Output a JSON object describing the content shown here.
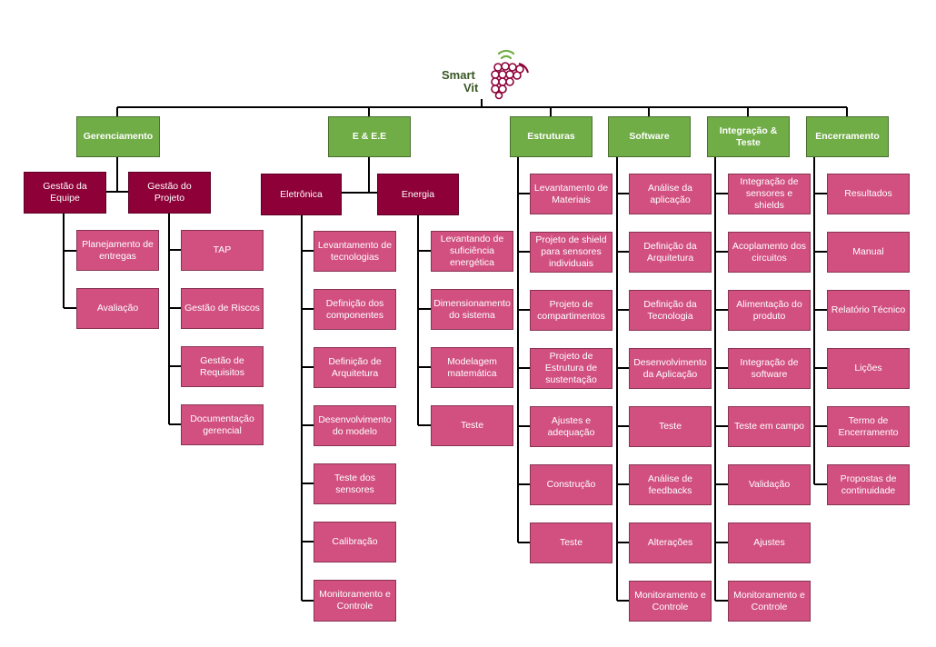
{
  "logo": {
    "line1": "Smart",
    "line2": "Vit"
  },
  "columns": {
    "gerenciamento": {
      "title": "Gerenciamento",
      "equipe": {
        "title": "Gestão da Equipe",
        "items": [
          "Planejamento de entregas",
          "Avaliação"
        ]
      },
      "projeto": {
        "title": "Gestão do Projeto",
        "items": [
          "TAP",
          "Gestão de Riscos",
          "Gestão de Requisitos",
          "Documentação gerencial"
        ]
      }
    },
    "ee": {
      "title": "E & E.E",
      "eletronica": {
        "title": "Eletrônica",
        "items": [
          "Levantamento de tecnologias",
          "Definição dos componentes",
          "Definição de Arquitetura",
          "Desenvolvimento do modelo",
          "Teste dos sensores",
          "Calibração",
          "Monitoramento e Controle"
        ]
      },
      "energia": {
        "title": "Energia",
        "items": [
          "Levantando de suficiência energética",
          "Dimensionamento do sistema",
          "Modelagem matemática",
          "Teste"
        ]
      }
    },
    "estruturas": {
      "title": "Estruturas",
      "items": [
        "Levantamento de Materiais",
        "Projeto de shield para sensores individuais",
        "Projeto de compartimentos",
        "Projeto de Estrutura de sustentação",
        "Ajustes e adequação",
        "Construção",
        "Teste"
      ]
    },
    "software": {
      "title": "Software",
      "items": [
        "Análise da aplicação",
        "Definição da Arquitetura",
        "Definição da Tecnologia",
        "Desenvolvimento da Aplicação",
        "Teste",
        "Análise de feedbacks",
        "Alterações",
        "Monitoramento e Controle"
      ]
    },
    "integracao": {
      "title": "Integração & Teste",
      "items": [
        "Integração de sensores e shields",
        "Acoplamento dos circuitos",
        "Alimentação do produto",
        "Integração de software",
        "Teste em campo",
        "Validação",
        "Ajustes",
        "Monitoramento e Controle"
      ]
    },
    "encerramento": {
      "title": "Encerramento",
      "items": [
        "Resultados",
        "Manual",
        "Relatório Técnico",
        "Lições",
        "Termo de Encerramento",
        "Propostas de continuidade"
      ]
    }
  },
  "colors": {
    "green": "#70ad47",
    "dark": "#8e0038",
    "pink": "#d1507f",
    "line": "#000000",
    "logo_text": "#385723"
  }
}
